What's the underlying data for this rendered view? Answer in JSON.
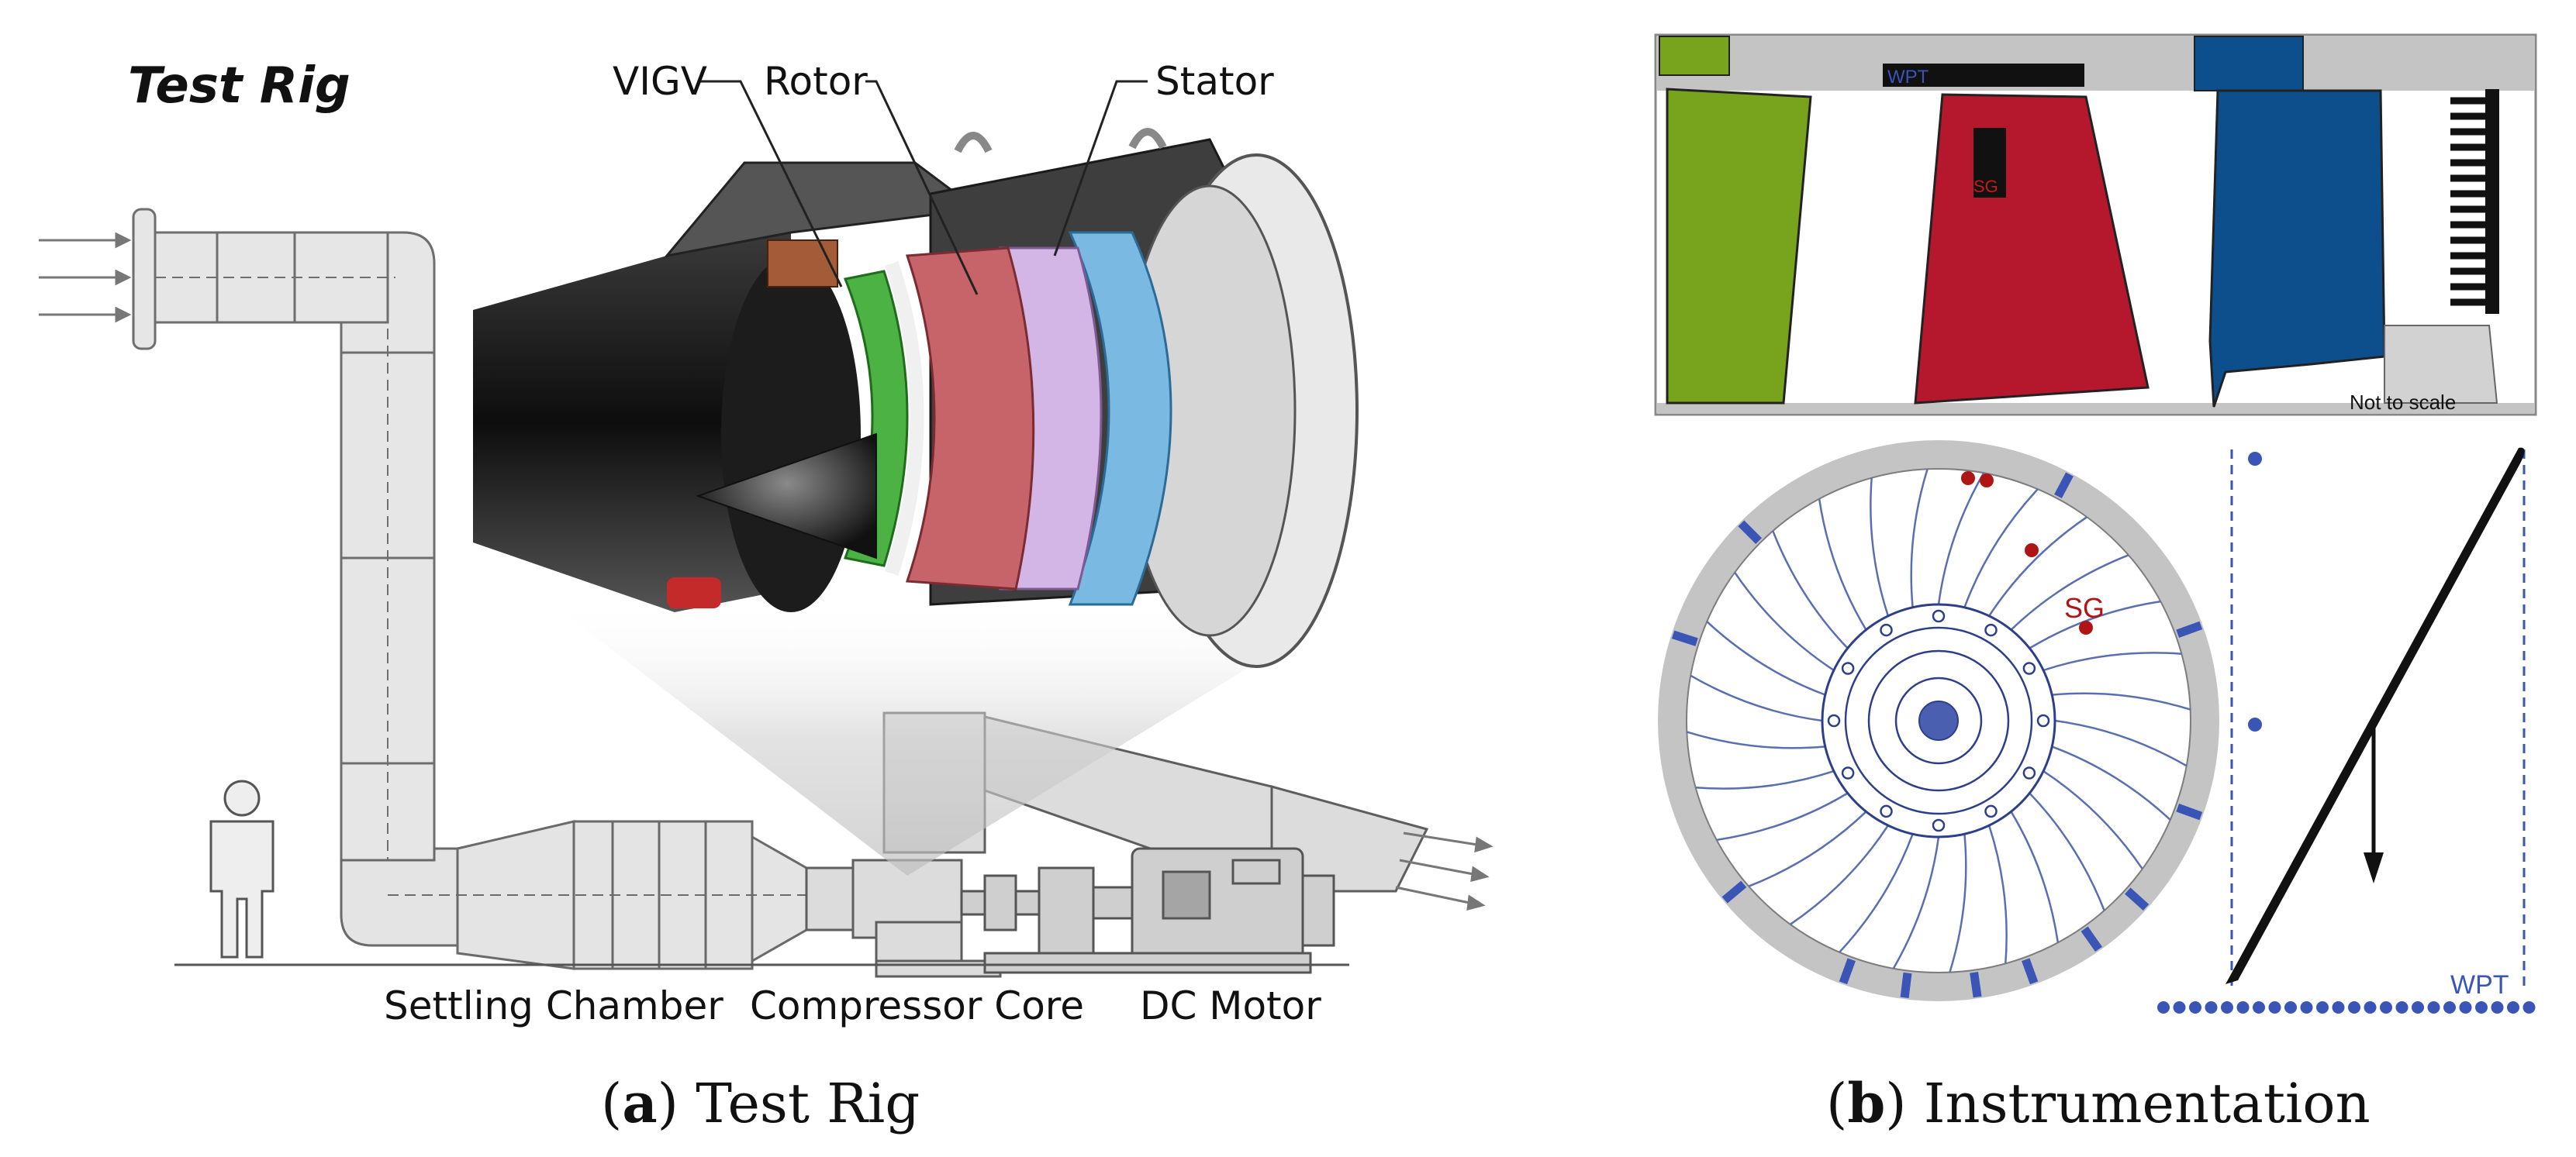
{
  "panel_a": {
    "title": "Test Rig",
    "labels": {
      "vigv": "VIGV",
      "rotor": "Rotor",
      "stator": "Stator",
      "settling_chamber": "Settling Chamber",
      "compressor_core": "Compressor Core",
      "dc_motor": "DC Motor"
    },
    "caption_letter": "a",
    "caption_text": " Test Rig"
  },
  "panel_b": {
    "labels": {
      "wpt_top": "WPT",
      "sg_top": "SG",
      "not_to_scale": "Not to scale",
      "sg_bottom": "SG",
      "wpt_bottom": "WPT"
    },
    "caption_letter": "b",
    "caption_text": " Instrumentation"
  },
  "colors": {
    "vigv_green": "#78a31c",
    "rotor_red": "#b5172c",
    "stator_blue": "#0d4f8c",
    "instrument_blue": "#3a55b5",
    "sensor_red": "#b01515",
    "casing_grey": "#c4c4c4"
  }
}
